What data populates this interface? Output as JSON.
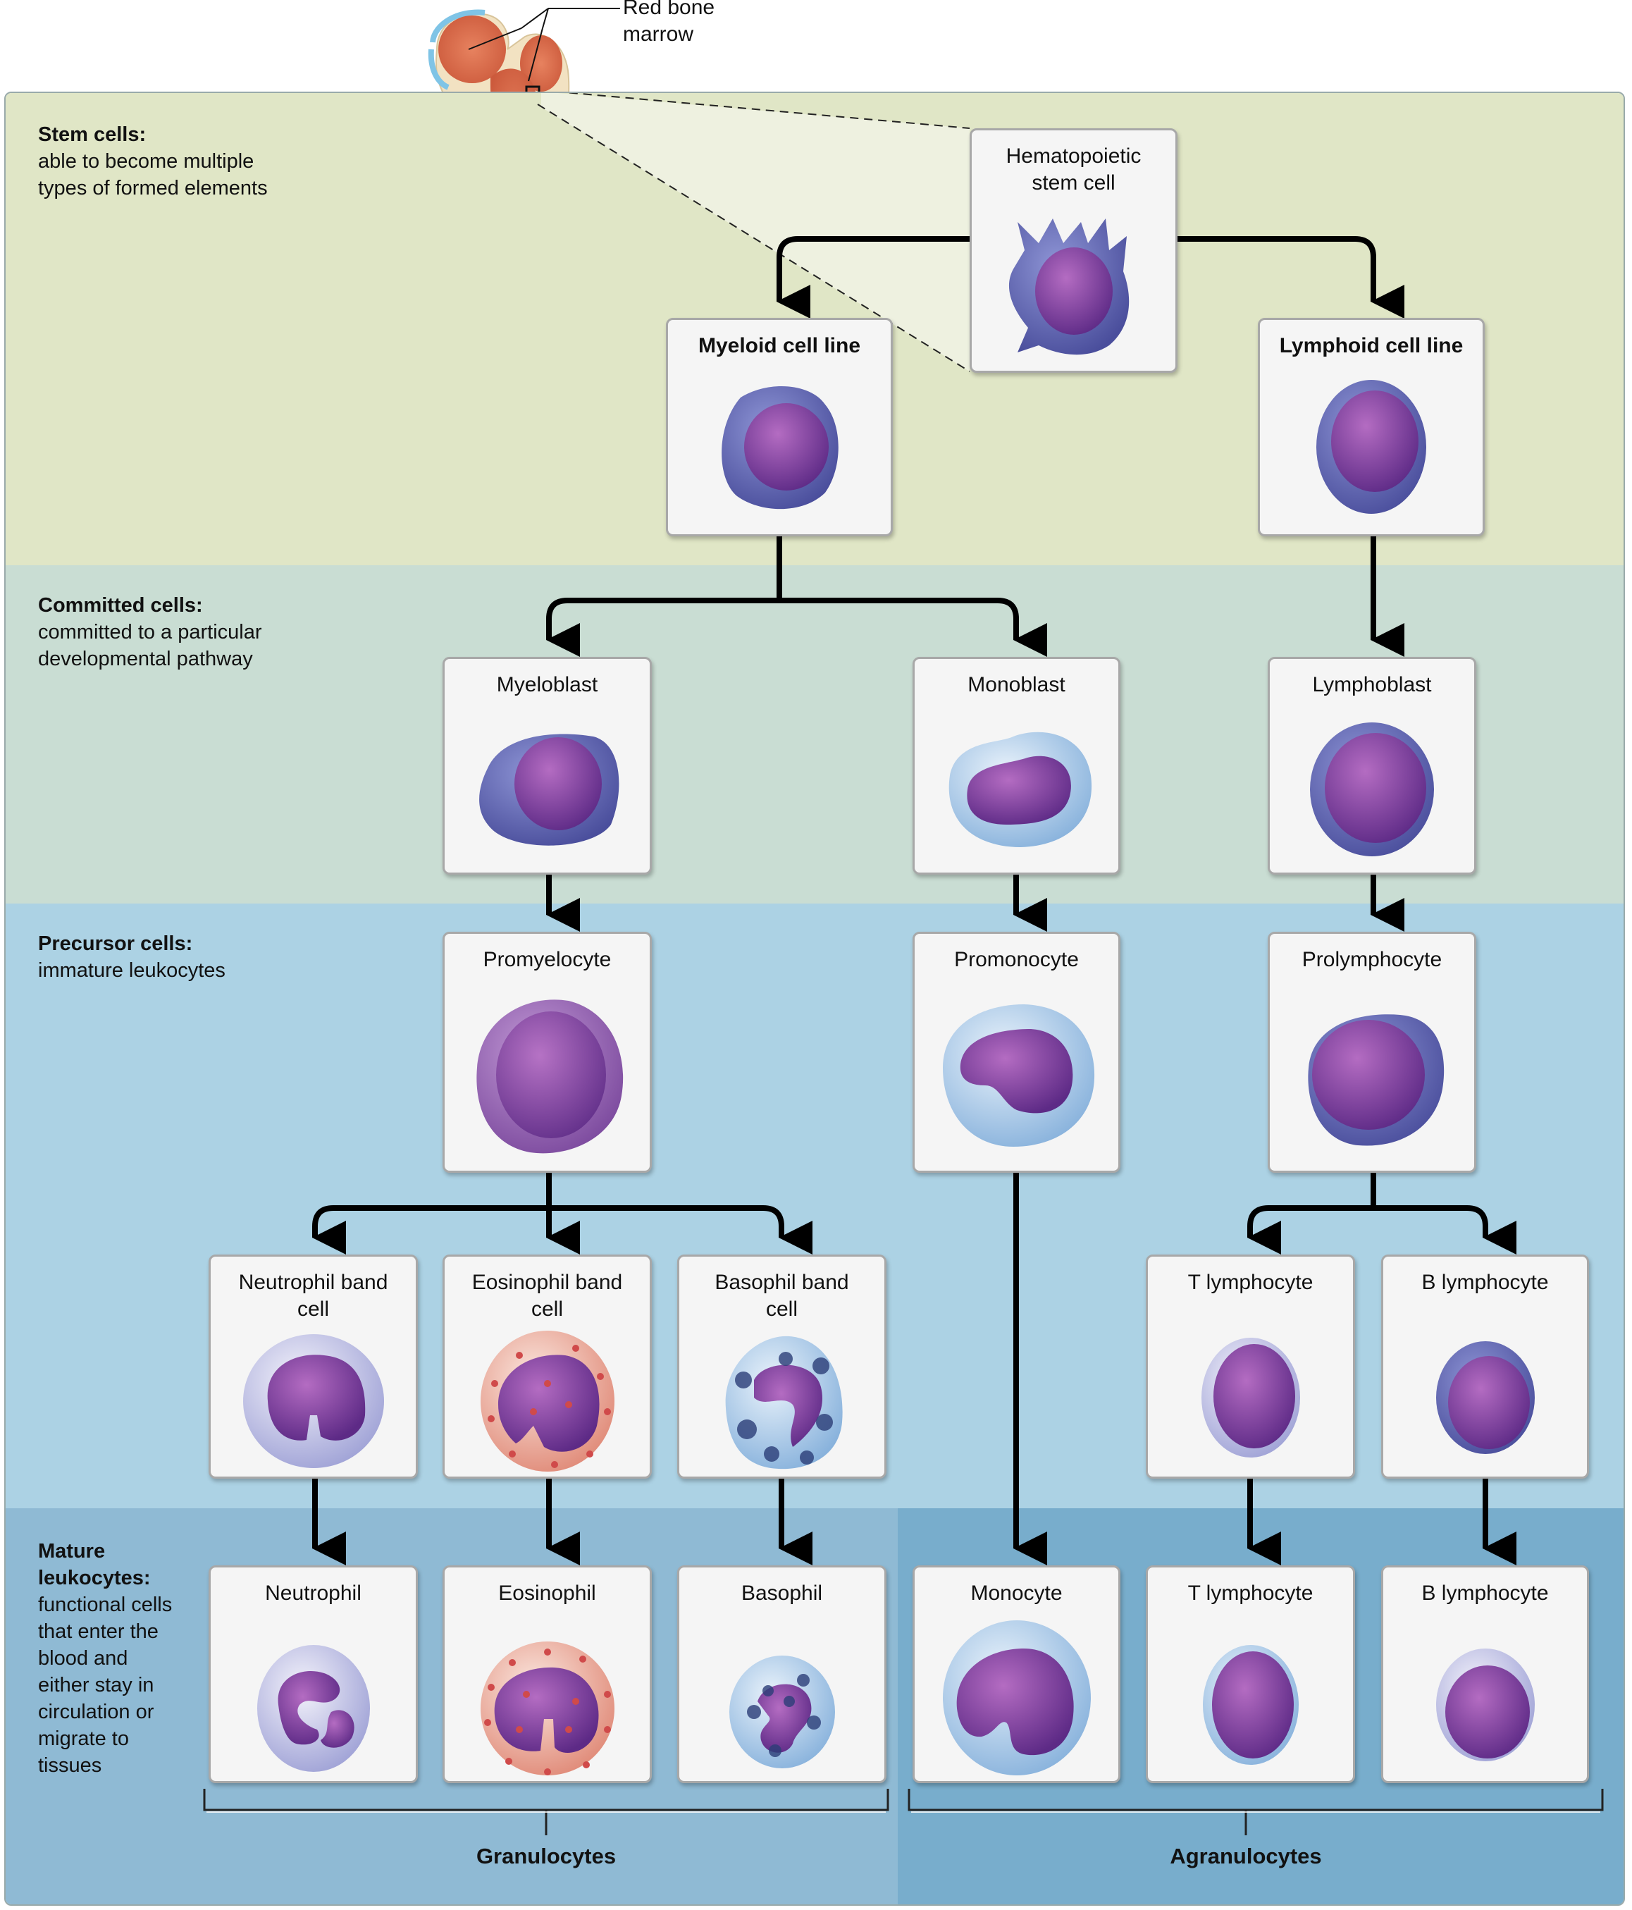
{
  "figure": {
    "callout": {
      "label_line1": "Red bone",
      "label_line2": "marrow"
    },
    "sections": [
      {
        "id": "stem",
        "heading": "Stem cells:",
        "lines": [
          "able to become multiple",
          "types of formed elements"
        ]
      },
      {
        "id": "committed",
        "heading": "Committed cells:",
        "lines": [
          "committed to a particular",
          "developmental pathway"
        ]
      },
      {
        "id": "precursor",
        "heading": "Precursor cells:",
        "lines": [
          "immature leukocytes"
        ]
      },
      {
        "id": "mature",
        "heading_lines": [
          "Mature",
          "leukocytes:"
        ],
        "lines": [
          "functional cells",
          "that enter the",
          "blood and",
          "either stay in",
          "circulation or",
          "migrate to",
          "tissues"
        ]
      }
    ],
    "cells": {
      "hsc": {
        "title_line1": "Hematopoietic",
        "title_line2": "stem cell"
      },
      "myeloid_line": {
        "title": "Myeloid cell line"
      },
      "lymphoid_line": {
        "title": "Lymphoid cell line"
      },
      "myeloblast": {
        "title": "Myeloblast"
      },
      "monoblast": {
        "title": "Monoblast"
      },
      "lymphoblast": {
        "title": "Lymphoblast"
      },
      "promyelocyte": {
        "title": "Promyelocyte"
      },
      "promonocyte": {
        "title": "Promonocyte"
      },
      "prolymphocyte": {
        "title": "Prolymphocyte"
      },
      "neutrophil_band": {
        "title_line1": "Neutrophil band",
        "title_line2": "cell"
      },
      "eosinophil_band": {
        "title_line1": "Eosinophil band",
        "title_line2": "cell"
      },
      "basophil_band": {
        "title_line1": "Basophil band",
        "title_line2": "cell"
      },
      "t_lymphocyte_precursor": {
        "title": "T lymphocyte"
      },
      "b_lymphocyte_precursor": {
        "title": "B lymphocyte"
      },
      "neutrophil": {
        "title": "Neutrophil"
      },
      "eosinophil": {
        "title": "Eosinophil"
      },
      "basophil": {
        "title": "Basophil"
      },
      "monocyte": {
        "title": "Monocyte"
      },
      "t_lymphocyte": {
        "title": "T lymphocyte"
      },
      "b_lymphocyte": {
        "title": "B lymphocyte"
      }
    },
    "groups": {
      "granulocytes": "Granulocytes",
      "agranulocytes": "Agranulocytes"
    },
    "colors": {
      "stem_band": "#e0e6c6",
      "committed_band": "#c9ddd3",
      "precursor_band": "#acd2e4",
      "mature_band": "#8fbad4",
      "agranulocyte_band": "#78adcc",
      "nucleus": "#7a3a9a",
      "cytoplasm_blue": "#5a5fb0",
      "eosinophil_granule": "#d04a4a"
    }
  }
}
